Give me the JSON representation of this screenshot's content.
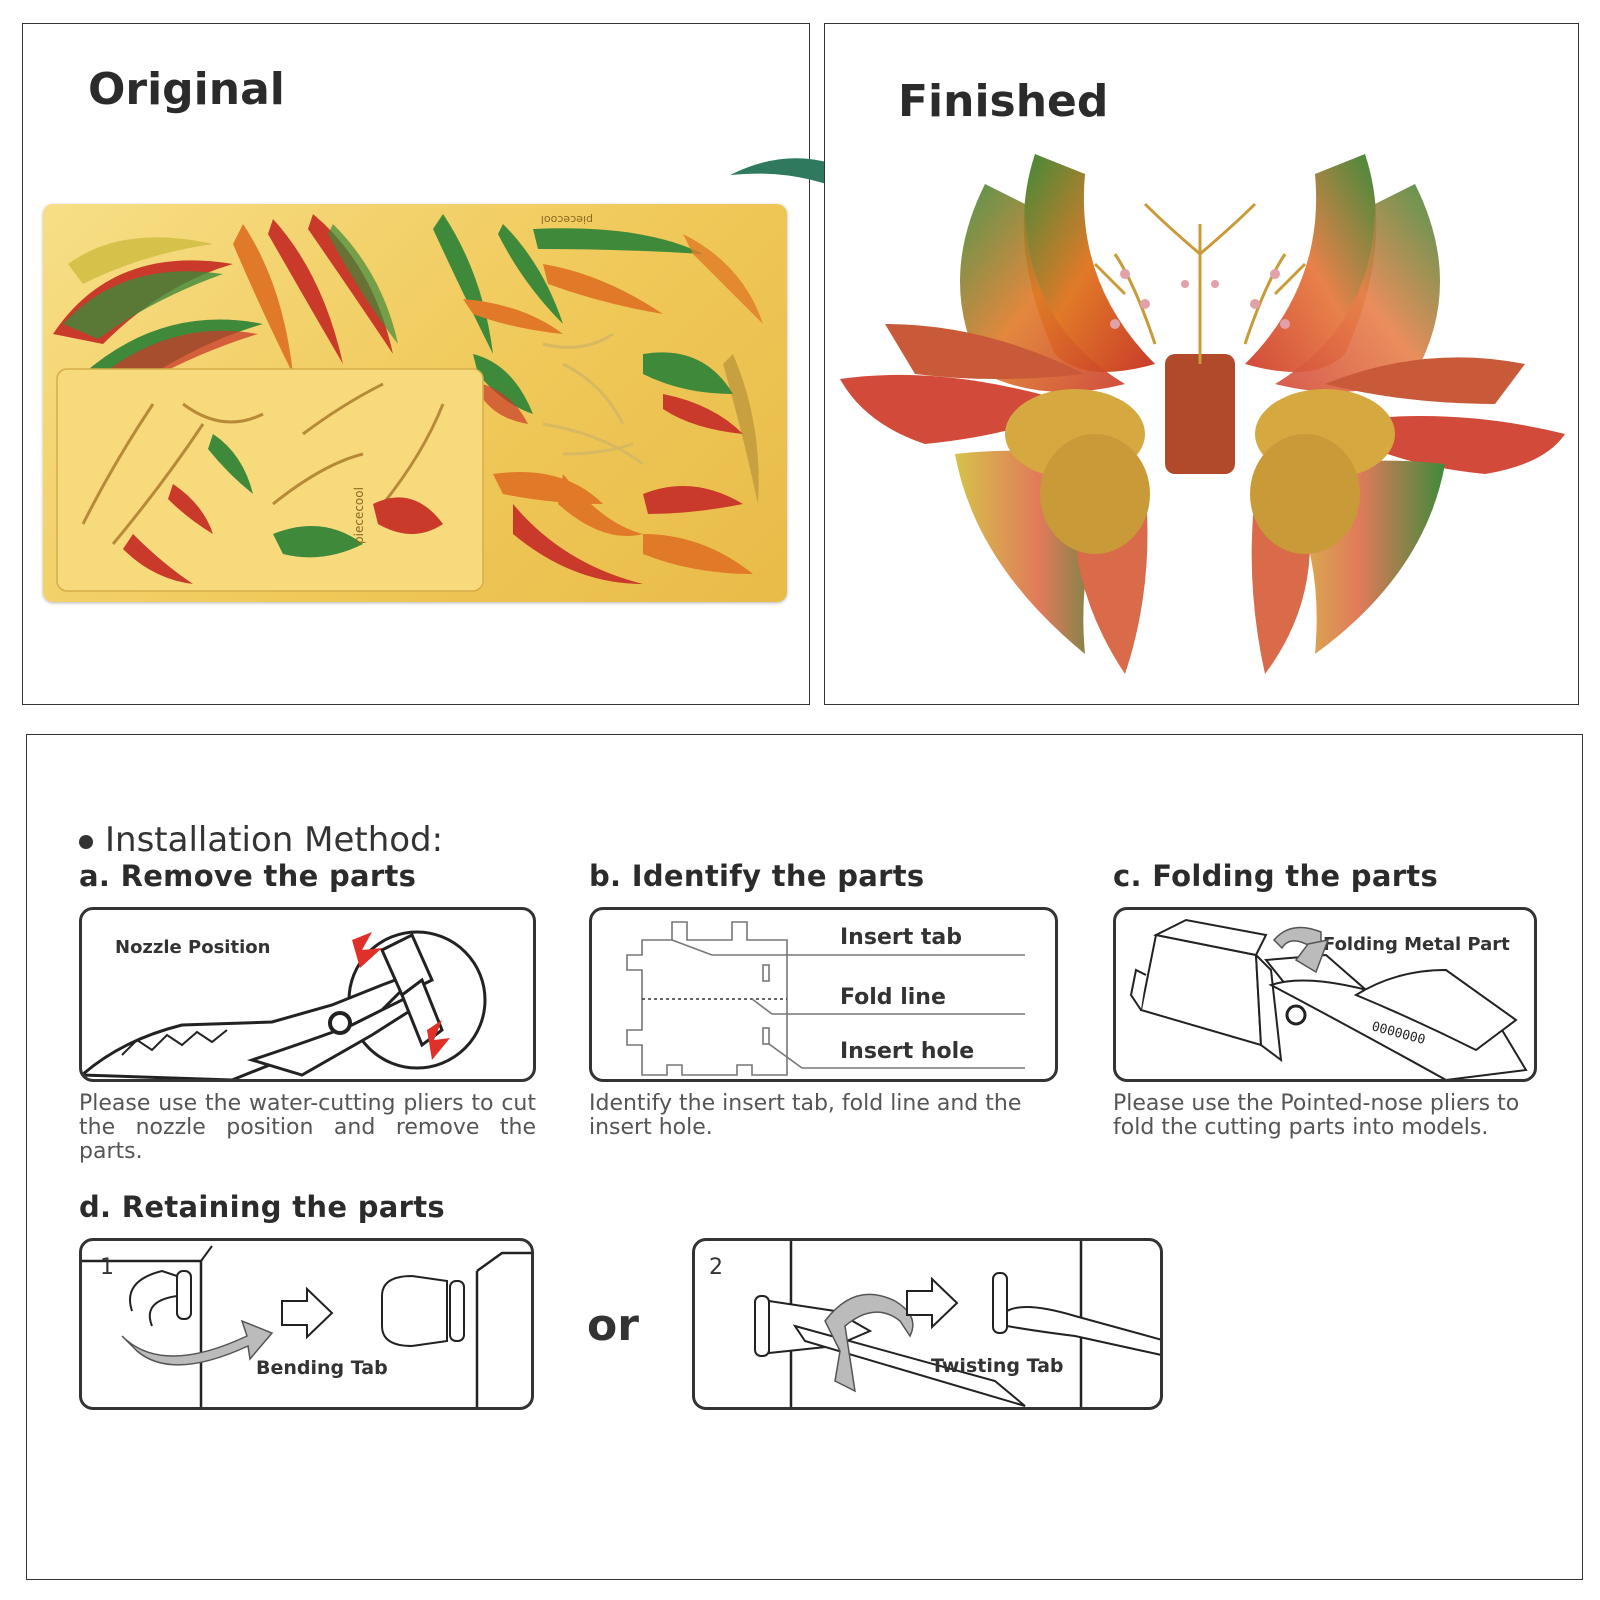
{
  "top": {
    "original_title": "Original",
    "finished_title": "Finished",
    "sheet_brand": "piececool",
    "colors": {
      "gold": "#f2cf6a",
      "green": "#3f8a3a",
      "red": "#c93a2a",
      "orange": "#e07a28",
      "arrow": "#2f7a5e"
    }
  },
  "install": {
    "heading": "Installation Method:",
    "a": {
      "title": "a. Remove the parts",
      "label": "Nozzle Position",
      "caption": "Please use the water-cutting pliers to cut the nozzle position and remove the parts."
    },
    "b": {
      "title": "b. Identify the parts",
      "labels": [
        "Insert tab",
        "Fold line",
        "Insert hole"
      ],
      "caption": "Identify the insert tab, fold line and the insert hole."
    },
    "c": {
      "title": "c. Folding the parts",
      "label": "Folding Metal Part",
      "caption": "Please use the Pointed-nose pliers to fold the cutting parts into models."
    },
    "d": {
      "title": "d. Retaining the parts",
      "step1_number": "1",
      "step1_label": "Bending Tab",
      "or": "or",
      "step2_number": "2",
      "step2_label": "Twisting Tab"
    }
  }
}
